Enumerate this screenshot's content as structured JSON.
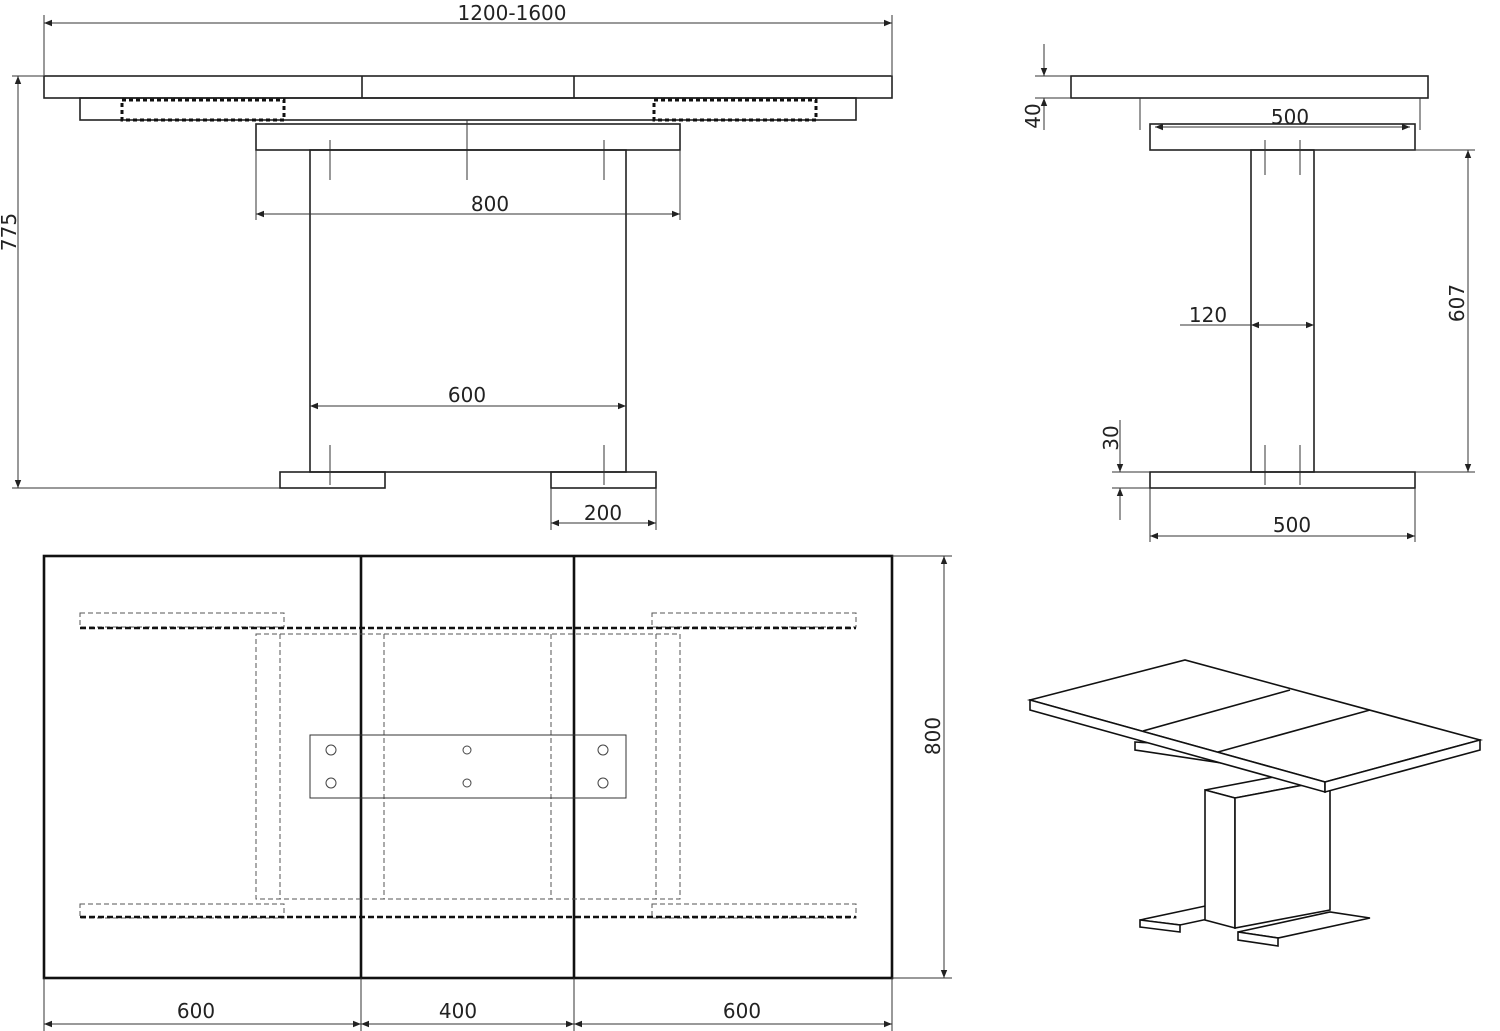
{
  "front_view": {
    "total_length": "1200-1600",
    "height": "775",
    "frame_width": "800",
    "column_width": "600",
    "foot_width": "200"
  },
  "side_view": {
    "top_thickness": "40",
    "frame_depth": "500",
    "column_thickness": "120",
    "column_height": "607",
    "foot_height": "30",
    "foot_length": "500"
  },
  "top_view": {
    "depth": "800",
    "left_leaf": "600",
    "middle_leaf": "400",
    "right_leaf": "600"
  }
}
